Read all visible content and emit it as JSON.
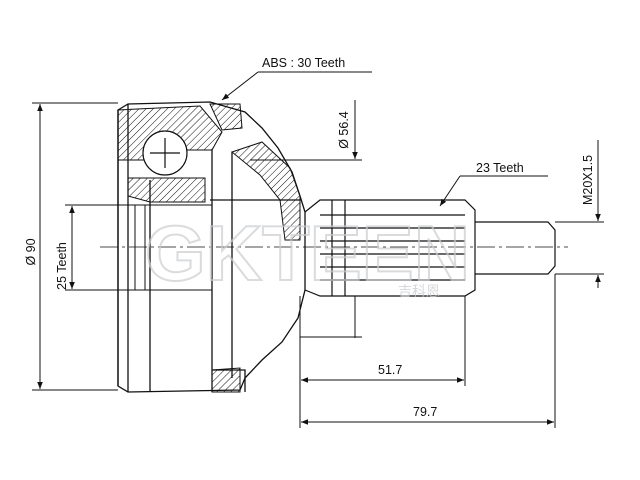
{
  "drawing": {
    "labels": {
      "abs": "ABS : 30 Teeth",
      "outer_dia": "Ø 90",
      "inner_spline": "25 Teeth",
      "seat_dia": "Ø 56.4",
      "outer_spline": "23 Teeth",
      "thread": "M20X1.5",
      "len_spline": "51.7",
      "len_total": "79.7"
    },
    "watermark": {
      "brand": "GKTEEN",
      "cjk": "吉科恩"
    }
  }
}
